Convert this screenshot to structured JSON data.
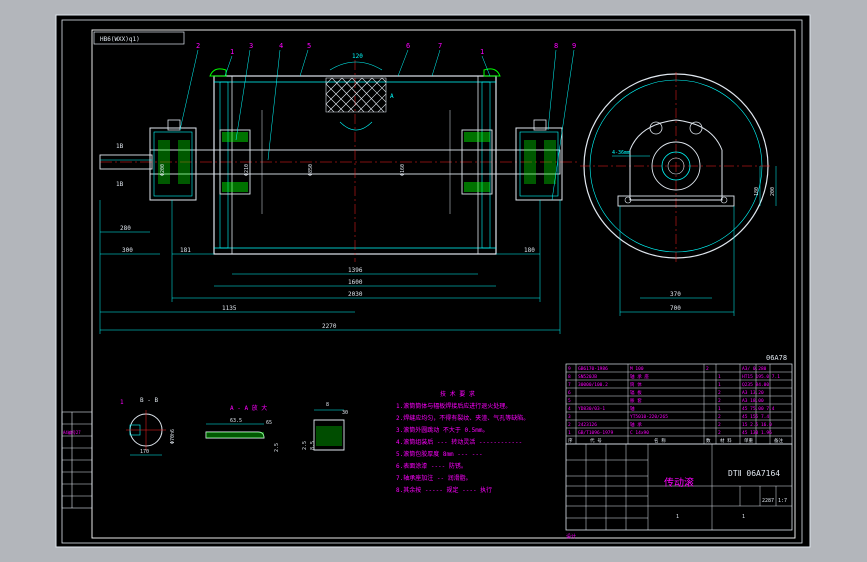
{
  "colors": {
    "desktop": "#b3b6bb",
    "paper": "#000000",
    "border": "#ffffff",
    "outline": "#dfe6ee",
    "cyan": "#00ffff",
    "magenta": "#ff00ff",
    "green": "#00ff00",
    "yellow": "#ffff00",
    "red": "#ff2020",
    "blue": "#6060ff"
  },
  "title_tag": "HB6(WXX)q1)",
  "callouts": [
    "2",
    "1",
    "3",
    "4",
    "5",
    "6",
    "7",
    "1",
    "8",
    "9"
  ],
  "dims": {
    "angle": "120",
    "d1": "1B",
    "d2": "1B",
    "l280": "280",
    "l300": "300",
    "l181": "181",
    "l180": "180",
    "l1396": "1396",
    "l1600": "1600",
    "l2030": "2030",
    "l1135": "1135",
    "l2270": "2270",
    "r370": "370",
    "r700": "700",
    "r200": "200",
    "r180": "180",
    "r_hole": "4-36mm",
    "pipe_d": "Φ850",
    "shaft_d": "Φ210",
    "bearing_d": "Φ200",
    "d_small": "Φ160",
    "letter_a": "A",
    "letter_b": "A"
  },
  "details": {
    "section_bb": "B - B",
    "section_aa": "A - A 放 大",
    "bb_dim": "170",
    "bb_d": "Φ70h6",
    "bb_num": "1",
    "aa_len": "63.5",
    "aa_w": "65",
    "aa_h": "2.5",
    "v_top": "8",
    "v_dim": "30",
    "v_left": "2.5",
    "v_left2": "8.5"
  },
  "tech_notes": {
    "title": "技 术 要 求",
    "lines": [
      "1.滚筒筒体与辐板焊接后应进行退火处理。",
      "2.焊缝应均匀，不得有裂纹、夹渣、气孔等缺陷。",
      "3.滚筒外圆跳动 不大于 0.5mm。",
      "4.滚筒组装后 --- 转动灵活 ------------",
      "5.滚筒包胶厚度 8mm --- ---",
      "6.表面涂漆 ---- 防锈。",
      "7.轴承座加注 -- 润滑脂。",
      "8.其余按 ----- 规定 ---- 执行"
    ]
  },
  "bom": {
    "code": "06A78",
    "rows": [
      {
        "no": "9",
        "name": "GB6170-1986",
        "spec": "M 100",
        "qty": "2",
        "mat": "",
        "w": "",
        "note": "A3/ 0.280"
      },
      {
        "no": "8",
        "name": "SN520JB",
        "spec": "轴 承 座",
        "qty": "",
        "mat": "1",
        "w": "",
        "note": "HT15 195.0 7.1"
      },
      {
        "no": "7",
        "name": "30000/100.2",
        "spec": "筒 体",
        "qty": "",
        "mat": "1",
        "w": "",
        "note": "Q235 84.00"
      },
      {
        "no": "6",
        "name": "",
        "spec": "辐 板",
        "qty": "",
        "mat": "2",
        "w": "",
        "note": "A3 13.20"
      },
      {
        "no": "5",
        "name": "",
        "spec": "胀 套",
        "qty": "",
        "mat": "2",
        "w": "",
        "note": "A3 18.00"
      },
      {
        "no": "4",
        "name": "YD830/03-1",
        "spec": "轴",
        "qty": "",
        "mat": "1",
        "w": "",
        "note": "45 75.00 7.4"
      },
      {
        "no": "3",
        "name": "",
        "spec": "YT5010-220/265",
        "qty": "",
        "mat": "2",
        "w": "",
        "note": "45 155 7.4"
      },
      {
        "no": "2",
        "name": "2423126",
        "spec": "轴 承",
        "qty": "",
        "mat": "2",
        "w": "",
        "note": "15 2.5 16.0"
      },
      {
        "no": "1",
        "name": "GB/T1096-1979",
        "spec": "C 14x90",
        "qty": "",
        "mat": "2",
        "w": "",
        "note": "45 130 1.96"
      }
    ],
    "header": [
      "序",
      "代 号",
      "名 称",
      "数",
      "材 料",
      "单重",
      "备注"
    ],
    "title_name": "传动滚",
    "drawing_no": "DTⅡ 06A7164",
    "scale": "1:7",
    "weight": "2287",
    "sheet": "1",
    "qty_label": "1",
    "bottom_left": "设计"
  },
  "left_table": {
    "rows": [
      "",
      "A4编号27",
      "",
      "",
      "",
      "",
      "",
      ""
    ]
  }
}
